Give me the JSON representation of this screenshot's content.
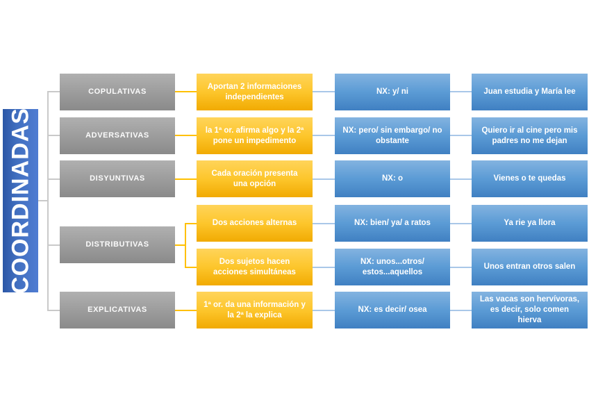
{
  "diagram": {
    "title": "COORDINADAS",
    "categories": [
      {
        "label": "COPULATIVAS"
      },
      {
        "label": "ADVERSATIVAS"
      },
      {
        "label": "DISYUNTIVAS"
      },
      {
        "label": "DISTRIBUTIVAS"
      },
      {
        "label": "EXPLICATIVAS"
      }
    ],
    "lines": [
      {
        "description": "Aportan 2 informaciones independientes",
        "nexus": "NX: y/ ni",
        "example": "Juan estudia y María lee"
      },
      {
        "description": "la 1ª or. afirma algo y la 2ª pone un impedimento",
        "nexus": "NX: pero/ sin embargo/ no obstante",
        "example": "Quiero ir al cine pero mis padres no me dejan"
      },
      {
        "description": "Cada oración presenta una opción",
        "nexus": "NX: o",
        "example": "Vienes o te quedas"
      },
      {
        "description": "Dos acciones alternas",
        "nexus": "NX: bien/ ya/ a ratos",
        "example": "Ya rie ya llora"
      },
      {
        "description": "Dos sujetos hacen acciones simultáneas",
        "nexus": "NX: unos...otros/ estos...aquellos",
        "example": "Unos entran otros salen"
      },
      {
        "description": "1ª or. da una información y la 2ª la explica",
        "nexus": "NX: es decir/ osea",
        "example": "Las vacas son hervívoras, es decir, solo comen hierva"
      }
    ],
    "colors": {
      "root_blue": "#4472c4",
      "category_gray": "#9b9b9b",
      "description_yellow": "#fdc62c",
      "nexus_example_blue": "#5b9bd5",
      "connector_gray": "#c9c9c9",
      "connector_yellow": "#ffc000",
      "connector_blue": "#a9c7e8"
    }
  }
}
